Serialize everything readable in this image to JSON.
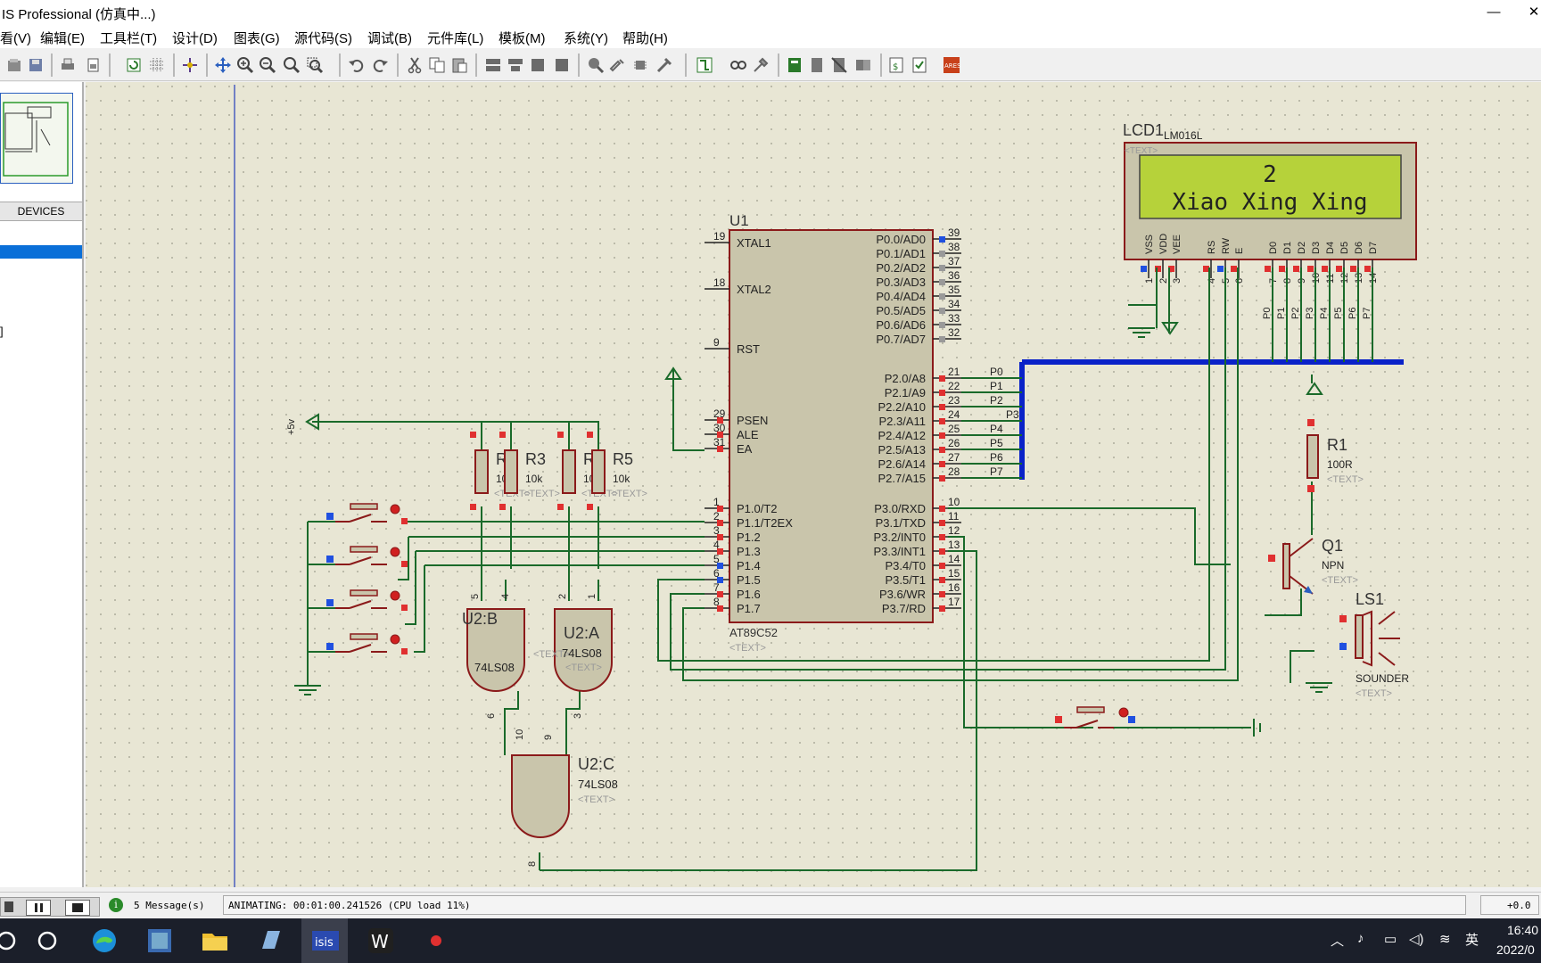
{
  "window": {
    "title": "IS Professional (仿真中...)",
    "minimize_glyph": "—",
    "close_glyph": "✕"
  },
  "menu": {
    "items": [
      "看(V)",
      "编辑(E)",
      "工具栏(T)",
      "设计(D)",
      "图表(G)",
      "源代码(S)",
      "调试(B)",
      "元件库(L)",
      "模板(M)",
      "系统(Y)",
      "帮助(H)"
    ]
  },
  "left_panel": {
    "devices_header": "DEVICES",
    "tick_char": "]"
  },
  "schematic": {
    "u1": {
      "ref": "U1",
      "part": "AT89C52",
      "text": "<TEXT>",
      "left_pins": [
        {
          "num": "19",
          "name": "XTAL1"
        },
        {
          "num": "18",
          "name": "XTAL2"
        },
        {
          "num": "9",
          "name": "RST"
        },
        {
          "num": "29",
          "name": "PSEN"
        },
        {
          "num": "30",
          "name": "ALE"
        },
        {
          "num": "31",
          "name": "EA"
        },
        {
          "num": "1",
          "name": "P1.0/T2"
        },
        {
          "num": "2",
          "name": "P1.1/T2EX"
        },
        {
          "num": "3",
          "name": "P1.2"
        },
        {
          "num": "4",
          "name": "P1.3"
        },
        {
          "num": "5",
          "name": "P1.4"
        },
        {
          "num": "6",
          "name": "P1.5"
        },
        {
          "num": "7",
          "name": "P1.6"
        },
        {
          "num": "8",
          "name": "P1.7"
        }
      ],
      "right_pins": [
        {
          "num": "39",
          "name": "P0.0/AD0"
        },
        {
          "num": "38",
          "name": "P0.1/AD1"
        },
        {
          "num": "37",
          "name": "P0.2/AD2"
        },
        {
          "num": "36",
          "name": "P0.3/AD3"
        },
        {
          "num": "35",
          "name": "P0.4/AD4"
        },
        {
          "num": "34",
          "name": "P0.5/AD5"
        },
        {
          "num": "33",
          "name": "P0.6/AD6"
        },
        {
          "num": "32",
          "name": "P0.7/AD7"
        },
        {
          "num": "21",
          "name": "P2.0/A8"
        },
        {
          "num": "22",
          "name": "P2.1/A9"
        },
        {
          "num": "23",
          "name": "P2.2/A10"
        },
        {
          "num": "24",
          "name": "P2.3/A11"
        },
        {
          "num": "25",
          "name": "P2.4/A12"
        },
        {
          "num": "26",
          "name": "P2.5/A13"
        },
        {
          "num": "27",
          "name": "P2.6/A14"
        },
        {
          "num": "28",
          "name": "P2.7/A15"
        },
        {
          "num": "10",
          "name": "P3.0/RXD"
        },
        {
          "num": "11",
          "name": "P3.1/TXD"
        },
        {
          "num": "12",
          "name": "P3.2/INT0"
        },
        {
          "num": "13",
          "name": "P3.3/INT1"
        },
        {
          "num": "14",
          "name": "P3.4/T0"
        },
        {
          "num": "15",
          "name": "P3.5/T1"
        },
        {
          "num": "16",
          "name": "P3.6/WR"
        },
        {
          "num": "17",
          "name": "P3.7/RD"
        }
      ],
      "bus_labels": [
        "P0",
        "P1",
        "P2",
        "P3",
        "P4",
        "P5",
        "P6",
        "P7"
      ]
    },
    "lcd": {
      "ref": "LCD1",
      "part": "LM016L",
      "text": "<TEXT>",
      "line1": "2",
      "line2": "Xiao Xing Xing",
      "pin_names": [
        "VSS",
        "VDD",
        "VEE",
        "RS",
        "RW",
        "E",
        "D0",
        "D1",
        "D2",
        "D3",
        "D4",
        "D5",
        "D6",
        "D7"
      ],
      "pin_nums": [
        "1",
        "2",
        "3",
        "4",
        "5",
        "6",
        "7",
        "8",
        "9",
        "10",
        "11",
        "12",
        "13",
        "14"
      ],
      "bus_labels": [
        "P0",
        "P1",
        "P2",
        "P3",
        "P4",
        "P5",
        "P6",
        "P7"
      ]
    },
    "resistors": [
      {
        "ref": "R2",
        "value": "10k",
        "text": "<TEXT>"
      },
      {
        "ref": "R3",
        "value": "10k",
        "text": "<TEXT>"
      },
      {
        "ref": "R4",
        "value": "10k",
        "text": "<TEXT>"
      },
      {
        "ref": "R5",
        "value": "10k",
        "text": "<TEXT>"
      }
    ],
    "r1": {
      "ref": "R1",
      "value": "100R",
      "text": "<TEXT>"
    },
    "q1": {
      "ref": "Q1",
      "part": "NPN",
      "text": "<TEXT>"
    },
    "ls1": {
      "ref": "LS1",
      "part": "SOUNDER",
      "text": "<TEXT>"
    },
    "u2a": {
      "ref": "U2:A",
      "part": "74LS08",
      "text": "<TEXT>",
      "pins": [
        "2",
        "1",
        "3"
      ]
    },
    "u2b": {
      "ref": "U2:B",
      "part": "74LS08",
      "text": "<TEXT>",
      "pins": [
        "5",
        "4",
        "6"
      ]
    },
    "u2c": {
      "ref": "U2:C",
      "part": "74LS08",
      "text": "<TEXT>",
      "pins": [
        "10",
        "9",
        "8"
      ]
    },
    "power": {
      "label": "+5v"
    }
  },
  "status": {
    "messages": "5 Message(s)",
    "animating": "ANIMATING: 00:01:00.241526 (CPU load 11%)",
    "coord": "+0.0"
  },
  "taskbar": {
    "time": "16:40",
    "date": "2022/0",
    "ime": "英"
  }
}
